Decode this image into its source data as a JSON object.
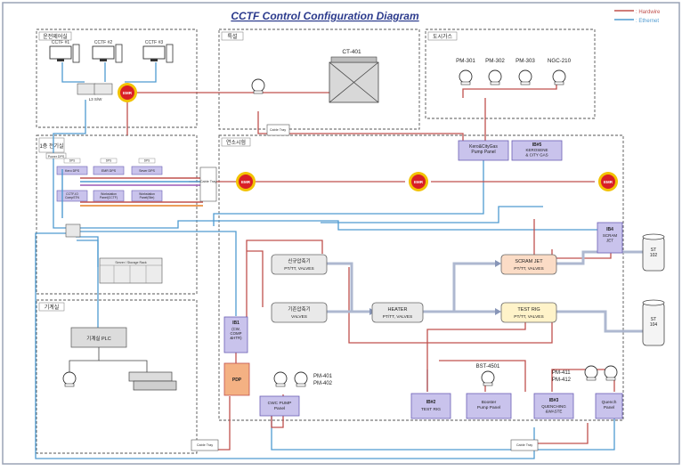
{
  "title": "CCTF Control Configuration Diagram",
  "legend": {
    "hardwire": ": Hardwire",
    "ethernet": ": Ethernet",
    "hardwire_color": "#c0504d",
    "ethernet_color": "#4f9bd1"
  },
  "rooms": {
    "control_room": "운전제어실",
    "special_room": "특설",
    "fuel_supply": "도시가스",
    "power_room": "1층 전기실",
    "test_cell": "연소시험",
    "machine_room": "기계실"
  },
  "colors": {
    "panel_fill": "#c9c3ec",
    "panel_stroke": "#6b5fb5",
    "orange_fill": "#fbdcc6",
    "yellow_fill": "#fff3c9",
    "pdp_fill": "#f4b183",
    "emr_fill": "#d91f26",
    "emr_ring": "#f2c200"
  },
  "control_room": {
    "pcs": [
      "CCTF #1",
      "CCTF #2",
      "CCTF #3"
    ],
    "hub": "L3 S/W"
  },
  "emr_label": "EMR",
  "special": {
    "cooling_tower": "CT-401",
    "cable_tray": "Cable Tray"
  },
  "fuel": {
    "meters": [
      "PM-301",
      "PM-302",
      "PM-303",
      "NGC-210"
    ],
    "panel_a": "Kero&CityGas\nPump Panel",
    "panel_b_id": "IB#5",
    "panel_b": "KEROSENE\n& CITY GAS"
  },
  "power_room": {
    "top_tag": "Power DPS",
    "row1": [
      "Kero DPS",
      "EMR DPS",
      "Sever DPS"
    ],
    "row1_tags": [
      "DPS",
      "DPS",
      "DPS"
    ],
    "row2": [
      "CCTF-IO\nCompSTN",
      "Workstation\nPanel(CCTF)",
      "Workstation\nPanel(Site)"
    ],
    "cable_tray": "Cable Tray",
    "server_rack": "Server / Storage Rack"
  },
  "machine_room": {
    "plc": "기계실 PLC"
  },
  "test_cell": {
    "new_comp": "신규압축기",
    "new_comp_sub": "PT/TT, VALVES",
    "old_comp": "기존압축기",
    "old_comp_sub": "VALVES",
    "heater": "HEATER",
    "heater_sub": "PT/TT, VALVES",
    "scram": "SCRAM JET",
    "scram_sub": "PT/TT, VALVES",
    "test_rig": "TEST RIG",
    "test_rig_sub": "PT/TT, VALVES",
    "ib4_id": "IB4",
    "ib4": "SCRAM\nJET",
    "st_top": "ST\n102",
    "st_bottom": "ST\n104",
    "ib1_id": "IB1",
    "ib1": "(CW,\nCOMP\n&HTR)",
    "pdp": "PDP",
    "cwc_pumps": [
      "PM-401",
      "PM-402"
    ],
    "cwc_panel": "CWC PUMP\nPanel",
    "ib2_id": "IB#2",
    "ib2": "TEST RIG",
    "booster_pump": "BST-4501",
    "booster_panel": "Booster\nPump Panel",
    "ib3_id": "IB#3",
    "ib3": "QUENCHING\n&WASTE",
    "quench_pumps": [
      "PM-411",
      "PM-412"
    ],
    "quench_panel": "Quench\nPanel",
    "cable_tray": "Cable Tray"
  }
}
